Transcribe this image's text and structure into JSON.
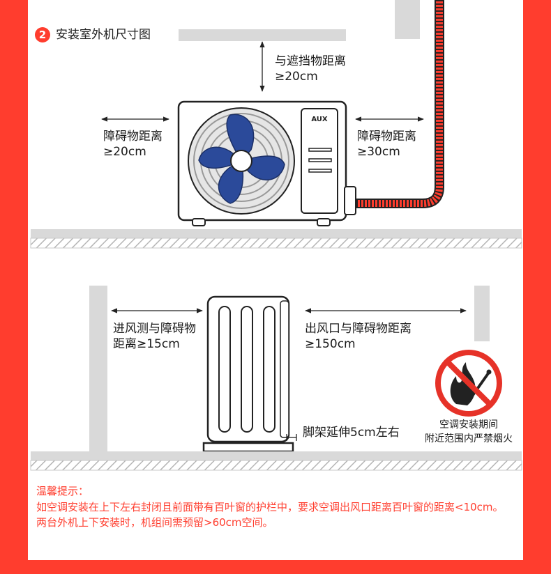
{
  "section": {
    "step": "2",
    "title": "安装室外机尺寸图"
  },
  "top_diagram": {
    "above": {
      "line1": "与遮挡物距离",
      "line2": "≥20cm"
    },
    "left": {
      "line1": "障碍物距离",
      "line2": "≥20cm"
    },
    "right": {
      "line1": "障碍物距离",
      "line2": "≥30cm"
    },
    "brand": "AUX"
  },
  "side_diagram": {
    "inlet": {
      "line1": "进风测与障碍物",
      "line2": "距离≥15cm"
    },
    "outlet": {
      "line1": "出风口与障碍物距离",
      "line2": "≥150cm"
    },
    "bracket": "脚架延伸5cm左右",
    "no_fire": {
      "line1": "空调安装期间",
      "line2": "附近范围内严禁烟火"
    }
  },
  "tips": {
    "heading": "温馨提示：",
    "line1": "如空调安装在上下左右封闭且前面带有百叶窗的护栏中，要求空调出风口距离百叶窗的距离<10cm。",
    "line2": "两台外机上下安装时，机组间需预留>60cm空间。"
  },
  "colors": {
    "accent": "#ff3d2e",
    "fan_blue": "#2b4a9a",
    "wall_gray": "#d9d9d9"
  }
}
